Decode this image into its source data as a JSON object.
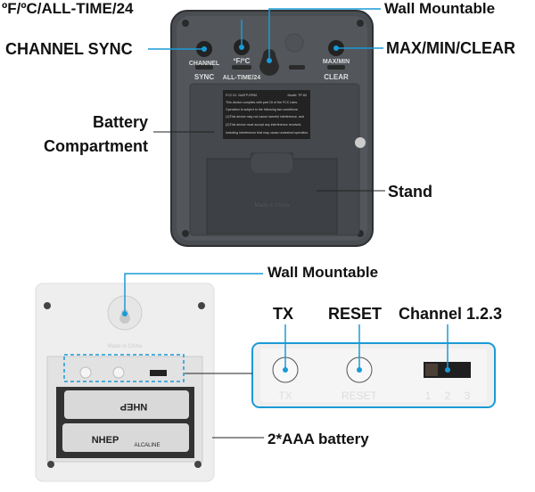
{
  "top_device": {
    "callouts": {
      "temp_unit": "ºF/ºC/ALL-TIME/24",
      "wall_mountable": "Wall Mountable",
      "channel_sync": "CHANNEL SYNC",
      "max_min_clear": "MAX/MIN/CLEAR",
      "battery_line1": "Battery",
      "battery_line2": "Compartment",
      "stand": "Stand"
    },
    "button_labels": {
      "channel": "CHANNEL",
      "sync": "SYNC",
      "f_c": "ºF/ºC",
      "all_time": "ALL-TIME/24",
      "max_min": "MAX/MIN",
      "clear": "CLEAR"
    },
    "fcc_label": {
      "id": "FCC ID: 2AATP-RP60",
      "model": "Model: TP-60",
      "lines": [
        "This device complies with part 15 of the FCC rules.",
        "Operation is subject to the following two conditions:",
        "(1)This device may not cause harmful interference, and",
        "(2)This device must accept any interference received,",
        "including interference that may cause undesired operation."
      ]
    },
    "stand_text": "Made in China"
  },
  "bottom_device": {
    "callouts": {
      "wall_mountable": "Wall Mountable",
      "tx": "TX",
      "reset": "RESET",
      "channel": "Channel 1.2.3",
      "battery": "2*AAA battery"
    },
    "made_in": "Made in China",
    "battery_brand": "NHEP",
    "battery_type": "ALCALINE",
    "detail_labels": {
      "tx": "TX",
      "reset": "RESET",
      "ch1": "1",
      "ch2": "2",
      "ch3": "3"
    }
  },
  "colors": {
    "accent": "#1a9ad6",
    "device_dark": "#4a4d52",
    "device_white": "#eeeeee"
  }
}
